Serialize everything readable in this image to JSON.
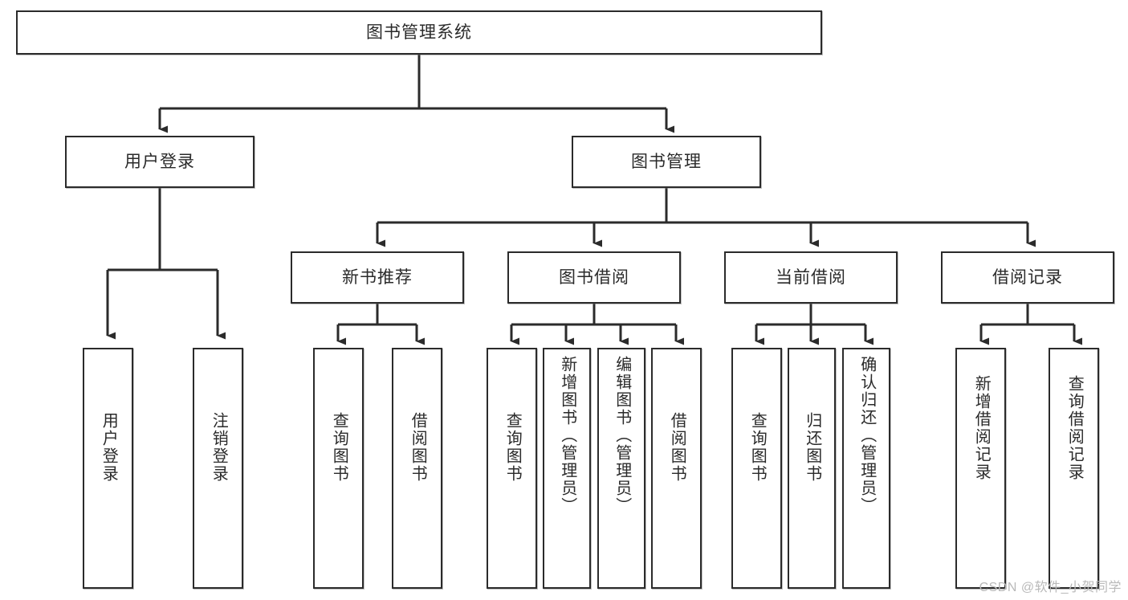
{
  "diagram": {
    "type": "tree",
    "title": "图书管理系统",
    "orientation": "top-down",
    "watermark": "CSDN @软件_小贺同学",
    "colors": {
      "box_border": "#2b2b2b",
      "box_fill": "#ffffff",
      "connector": "#2b2b2b",
      "text": "#2a2a2a",
      "watermark": "#b9b9b9"
    },
    "root": {
      "label": "图书管理系统"
    },
    "level2": [
      {
        "label": "用户登录"
      },
      {
        "label": "图书管理"
      }
    ],
    "level3": [
      {
        "label": "新书推荐"
      },
      {
        "label": "图书借阅"
      },
      {
        "label": "当前借阅"
      },
      {
        "label": "借阅记录"
      }
    ],
    "leaves": {
      "user_login": [
        {
          "label": "用户登录"
        },
        {
          "label": "注销登录"
        }
      ],
      "new_book": [
        {
          "label": "查询图书"
        },
        {
          "label": "借阅图书"
        }
      ],
      "book_borrow": [
        {
          "label": "查询图书"
        },
        {
          "label": "新增图书（管理员）"
        },
        {
          "label": "编辑图书（管理员）"
        },
        {
          "label": "借阅图书"
        }
      ],
      "current_borrow": [
        {
          "label": "查询图书"
        },
        {
          "label": "归还图书"
        },
        {
          "label": "确认归还（管理员）"
        }
      ],
      "borrow_record": [
        {
          "label": "新增借阅记录"
        },
        {
          "label": "查询借阅记录"
        }
      ]
    }
  }
}
